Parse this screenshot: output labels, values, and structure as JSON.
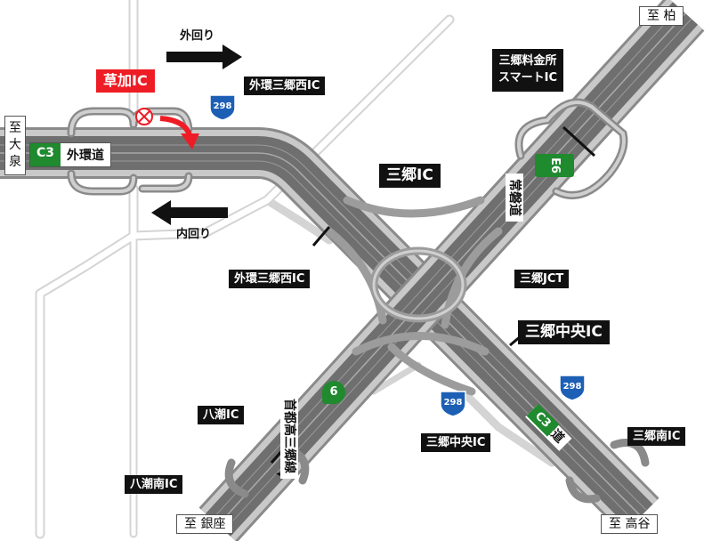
{
  "labels": {
    "soka_ic": "草加IC",
    "sotomawari": "外回り",
    "uchimawari": "内回り",
    "gaikan_misato_nishi_ic_top": "外環三郷西IC",
    "gaikan_misato_nishi_ic_mid": "外環三郷西IC",
    "misato_ic": "三郷IC",
    "misato_toll_line1": "三郷料金所",
    "misato_toll_line2": "スマートIC",
    "misato_jct": "三郷JCT",
    "misato_chuo_ic_big": "三郷中央IC",
    "misato_chuo_ic_small": "三郷中央IC",
    "misato_minami_ic": "三郷南IC",
    "yashio_ic": "八潮IC",
    "yashio_minami_ic": "八潮南IC",
    "to_kashiwa": "至 柏",
    "to_ginza": "至 銀座",
    "to_takaya": "至 高谷",
    "to_oizumi_1": "至",
    "to_oizumi_2": "大",
    "to_oizumi_3": "泉",
    "c3_shield_left": "C3",
    "gaikando_left": "外環道",
    "c3_shield_right": "C3",
    "gaikando_right": "外環道",
    "e6_shield": "E6",
    "joban_road": "常磐道",
    "shuto_6_shield": "6",
    "shutoko_misato_line": "首都高三郷線",
    "route_298_a": "298",
    "route_298_b": "298",
    "route_298_c": "298"
  },
  "colors": {
    "road_dark": "#6f6f6f",
    "road_light": "#a8a8a8",
    "road_edge": "#8a8a8a",
    "ramp": "#b4b4b4",
    "local_road": "#d9d9d9",
    "expressway_green": "#1f8a2e",
    "route_blue": "#1d5fb5",
    "soka_red": "#ee1c25",
    "label_black": "#111111"
  },
  "icons": {
    "closed_marker": "circled-x-icon",
    "direction_arrow": "arrow-icon",
    "route_shield": "national-route-shield-icon"
  }
}
